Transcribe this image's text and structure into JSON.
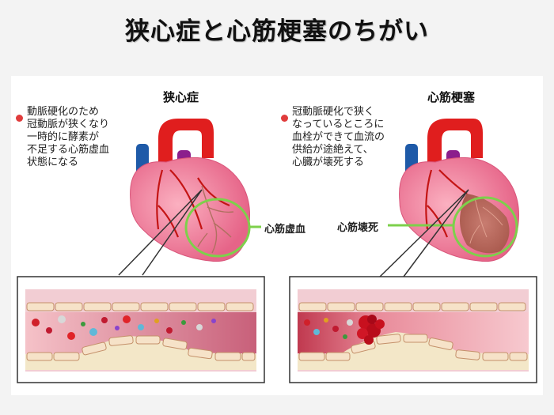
{
  "title": "狭心症と心筋梗塞のちがい",
  "angina": {
    "heading": "狭心症",
    "description": "動脈硬化のため\n冠動脈が狭くなり\n一時的に酵素が\n不足する心筋虚血\n状態になる",
    "callout": "心筋虚血"
  },
  "infarction": {
    "heading": "心筋梗塞",
    "description": "冠動脈硬化で狭く\nなっているところに\n血栓ができて血流の\n供給が途絶えて、\n心臓が壊死する",
    "callout": "心筋壊死"
  },
  "colors": {
    "heart": "#f07896",
    "heart_dark": "#e05078",
    "aorta": "#e01e1e",
    "vena": "#1e5aa8",
    "pulmonary": "#8c1e8c",
    "highlight_ring": "#7dd04b",
    "necrosis": "#b4645a",
    "bullet": "#e03c3c"
  }
}
